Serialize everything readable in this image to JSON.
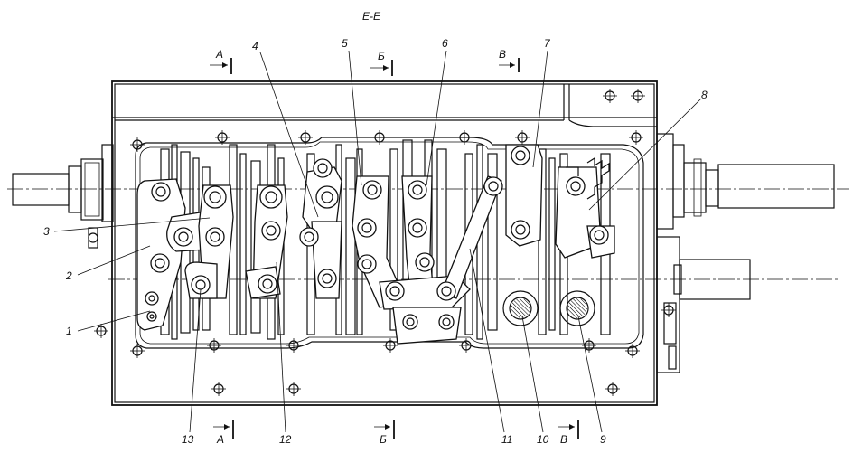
{
  "title": "Е-Е",
  "section_marks": {
    "top": [
      "А",
      "Б",
      "В"
    ],
    "bottom": [
      "А",
      "Б",
      "В"
    ]
  },
  "callouts": [
    "1",
    "2",
    "3",
    "4",
    "5",
    "6",
    "7",
    "8",
    "9",
    "10",
    "11",
    "12",
    "13"
  ]
}
